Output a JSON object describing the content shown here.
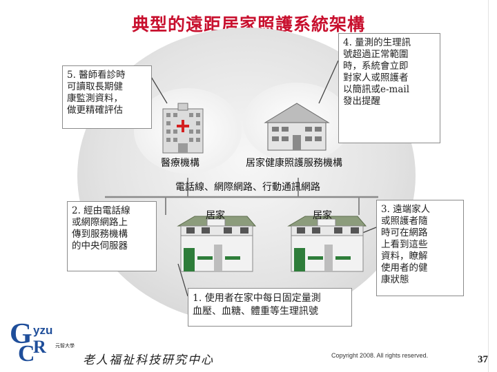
{
  "title": "典型的遠距居家照護系統架構",
  "callouts": {
    "step5": "5. 醫師看診時\n可讀取長期健\n康監測資料，\n做更精確評估",
    "step4": "4. 量測的生理訊\n號超過正常範圍\n時，系統會立即\n對家人或照護者\n以簡訊或e-mail\n發出提醒",
    "step2": "2. 經由電話線\n或網際網路上\n傳到服務機構\n的中央伺服器",
    "step3": "3. 遠端家人\n或照護者隨\n時可在網路\n上看到這些\n資料，瞭解\n使用者的健\n康狀態",
    "step1": "1. 使用者在家中每日固定量測\n血壓、血糖、體重等生理訊號"
  },
  "labels": {
    "hospital": "醫療機構",
    "service_center": "居家健康照護服務機構",
    "network": "電話線、網際網路、行動通訊網路",
    "home_left": "居家",
    "home_right": "居家"
  },
  "footer": {
    "logo_yzu": "yzu",
    "university": "元智大學",
    "center_name": "老人福祉科技研究中心",
    "copyright": "Copyright 2008. All rights reserved.",
    "page_number": "37"
  },
  "colors": {
    "title": "#c8102e",
    "oval": "#e6e6e6",
    "logo_blue": "#1f4e9a",
    "door_green": "#2e7d3a"
  }
}
